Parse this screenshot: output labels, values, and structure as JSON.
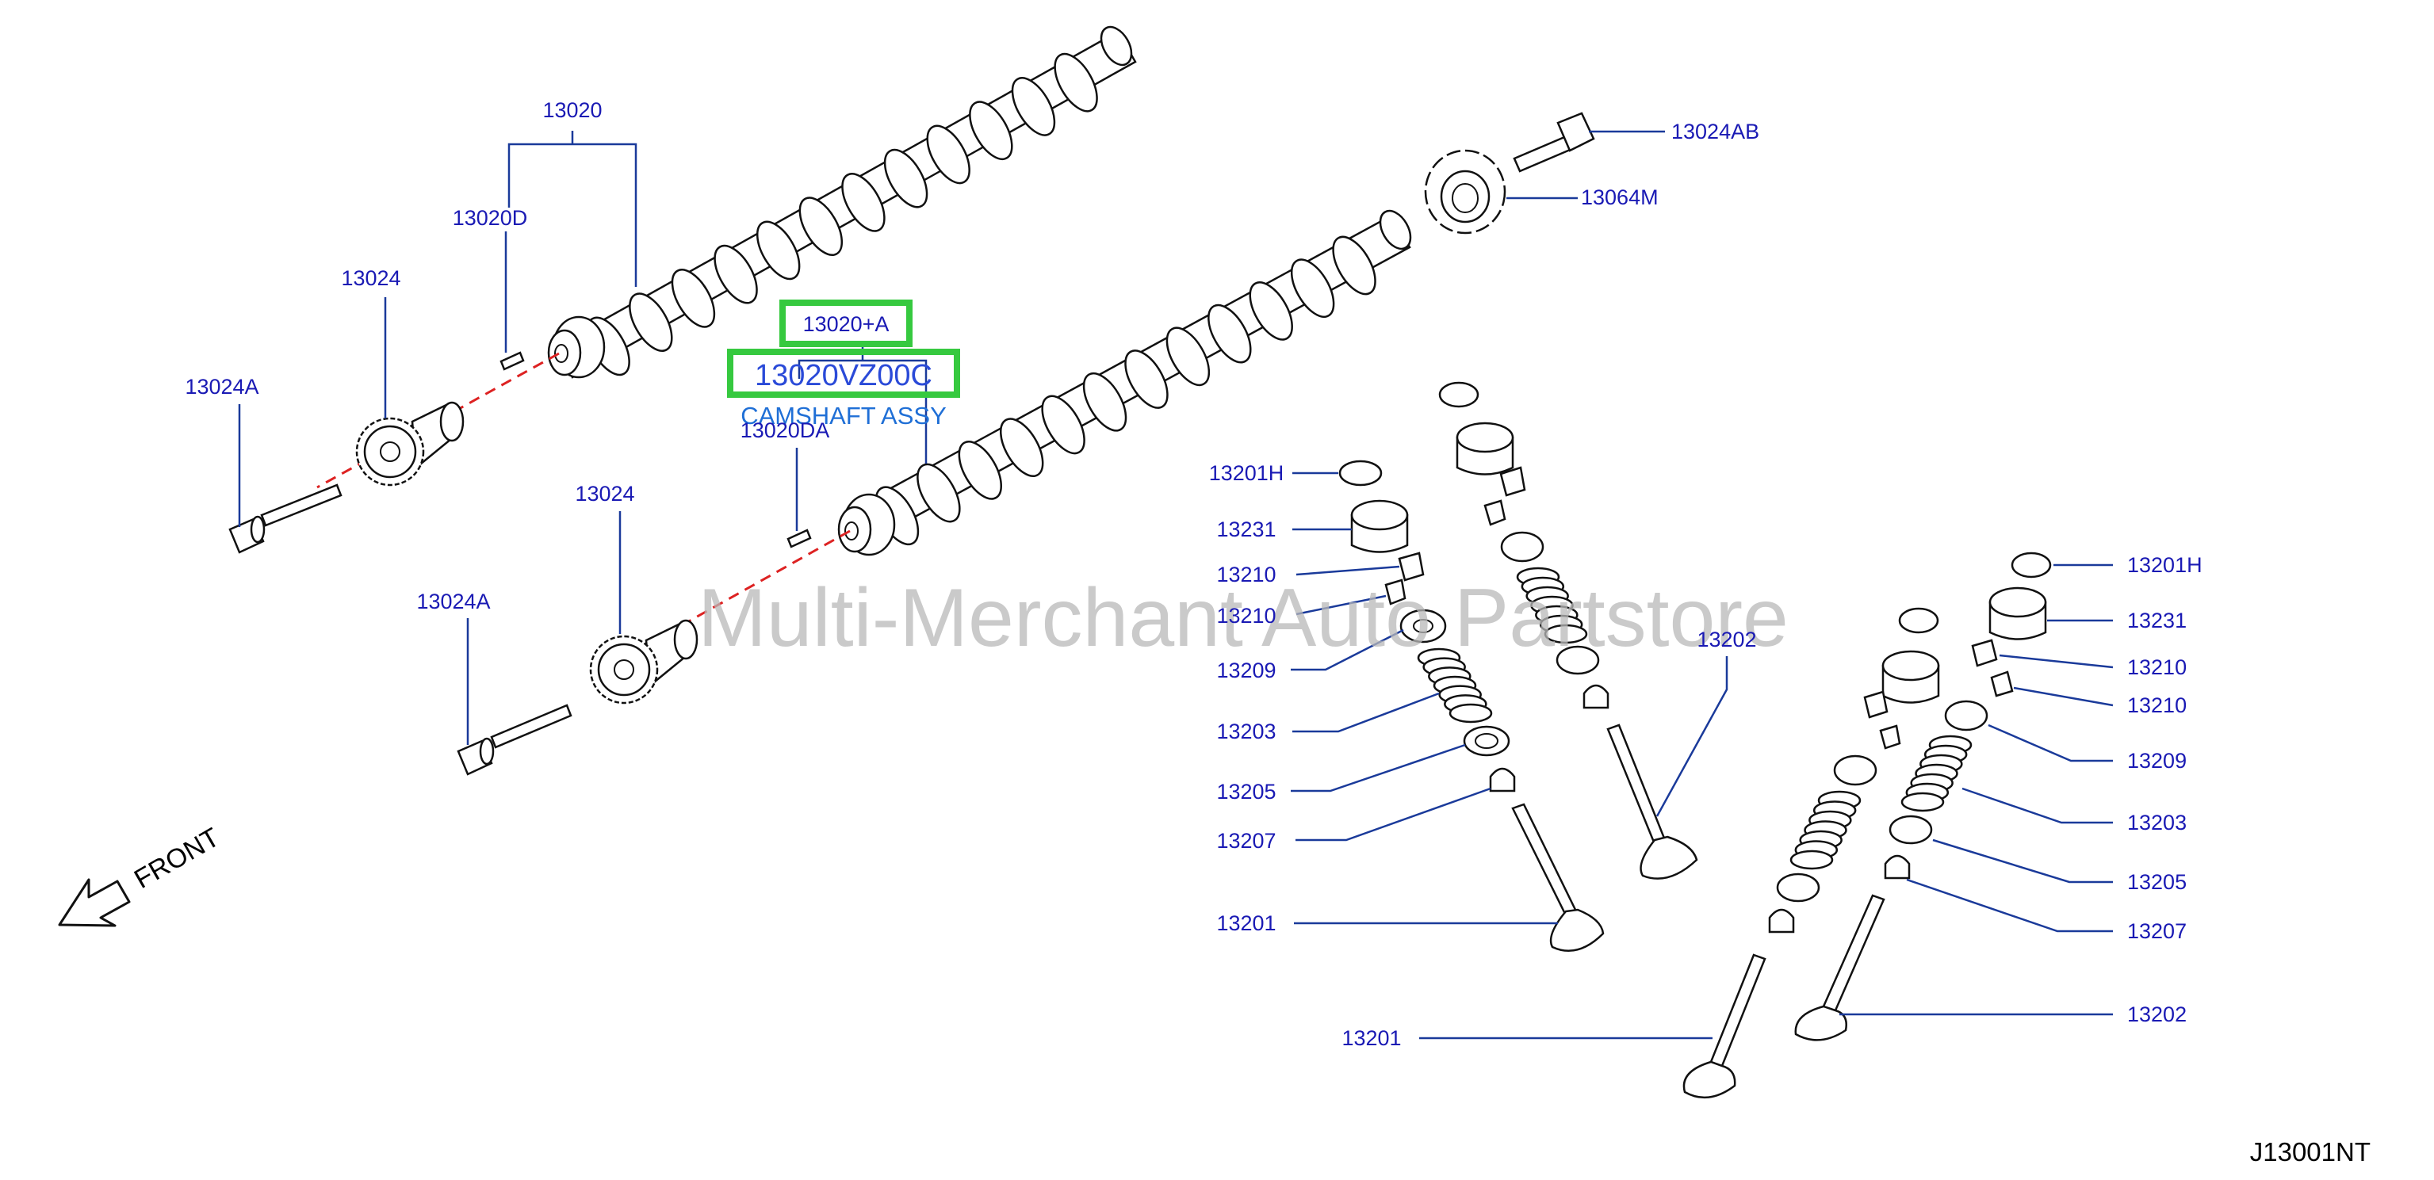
{
  "watermark": "Multi-Merchant Auto Partstore",
  "diagram_code": "J13001NT",
  "front_label": "FRONT",
  "highlight": {
    "ref": "13020+A",
    "part_number": "13020VZ00C",
    "description": "CAMSHAFT ASSY"
  },
  "labels": {
    "l_13020": "13020",
    "l_13020D": "13020D",
    "l_13024_upper": "13024",
    "l_13024A_upper": "13024A",
    "l_13024_lower": "13024",
    "l_13024A_lower": "13024A",
    "l_13020DA": "13020DA",
    "l_13024AB": "13024AB",
    "l_13064M": "13064M",
    "l_13201H_left": "13201H",
    "l_13231_left": "13231",
    "l_13210_left_a": "13210",
    "l_13210_left_b": "13210",
    "l_13209_left": "13209",
    "l_13203_left": "13203",
    "l_13205_left": "13205",
    "l_13207_left": "13207",
    "l_13201_left": "13201",
    "l_13202_center": "13202",
    "l_13201_bottom": "13201",
    "l_13201H_right": "13201H",
    "l_13231_right": "13231",
    "l_13210_right_a": "13210",
    "l_13210_right_b": "13210",
    "l_13209_right": "13209",
    "l_13203_right": "13203",
    "l_13205_right": "13205",
    "l_13207_right": "13207",
    "l_13202_right": "13202"
  }
}
